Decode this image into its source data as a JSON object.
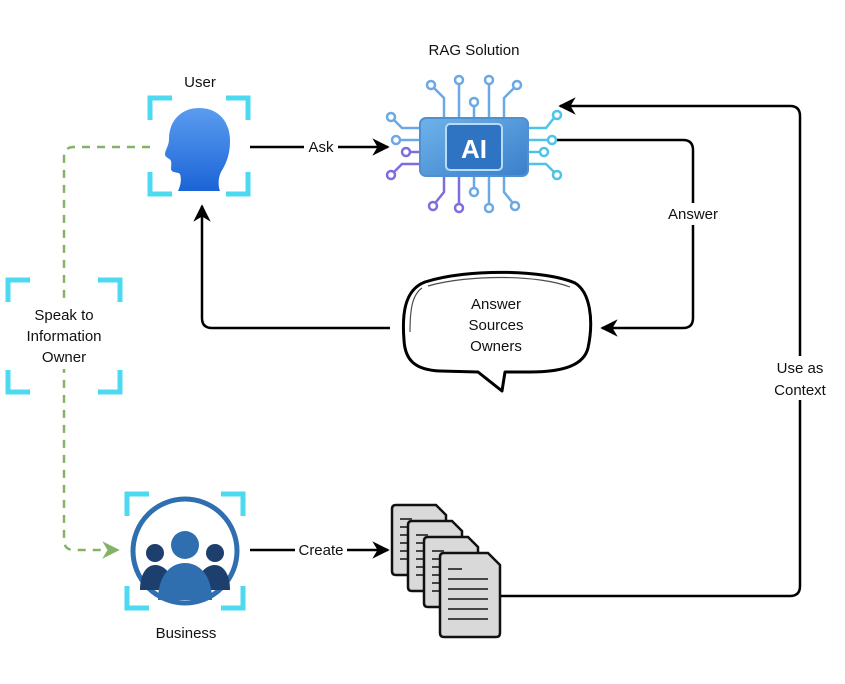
{
  "nodes": {
    "user": {
      "label": "User",
      "icon": "user-head-icon"
    },
    "rag": {
      "label": "RAG Solution",
      "icon": "ai-chip-icon",
      "chip_text": "AI"
    },
    "business": {
      "label": "Business",
      "icon": "business-group-icon"
    },
    "documents": {
      "icon": "documents-stack-icon"
    },
    "bubble": {
      "lines": [
        "Answer",
        "Sources",
        "Owners"
      ],
      "icon": "speech-bubble-icon"
    },
    "speak": {
      "lines": [
        "Speak to",
        "Information",
        "Owner"
      ]
    }
  },
  "edges": {
    "ask": "Ask",
    "answer": "Answer",
    "create": "Create",
    "context_line1": "Use as",
    "context_line2": "Context"
  },
  "colors": {
    "frame": "#4dd9f0",
    "arrow": "#000000",
    "dashed": "#82b366",
    "user_head_top": "#5b9cf0",
    "user_head_bottom": "#1b64d6",
    "business_blue": "#2f6fb0",
    "business_dark": "#1d3f6e",
    "chip_body": "#4e93d6",
    "chip_core": "#2f74c2",
    "circuit": "#5aa3e0",
    "circuit_purple": "#7c6ee0"
  }
}
